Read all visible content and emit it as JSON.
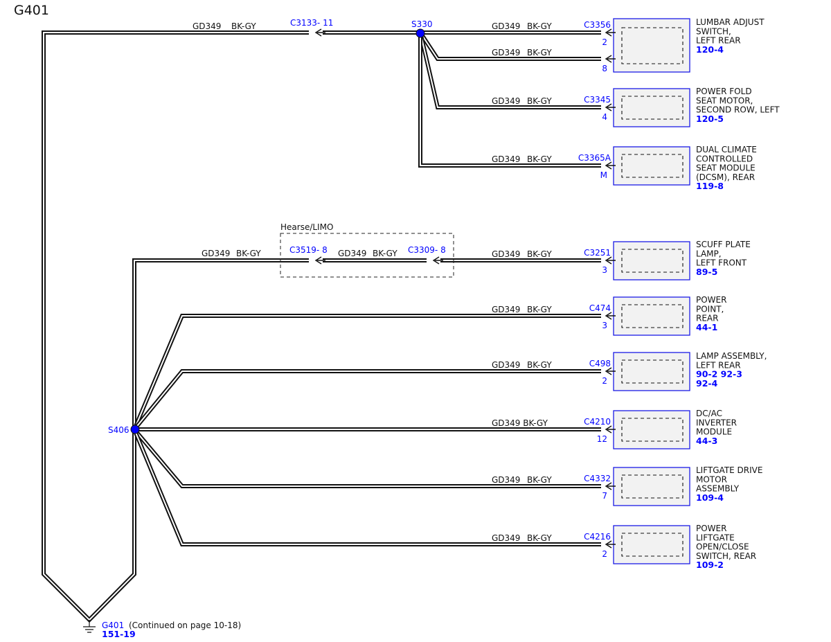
{
  "title": "G401",
  "colors": {
    "wire": "#111111",
    "connector": "#0000ff",
    "splice": "#0000ff"
  },
  "top_wire": {
    "circuit": "GD349",
    "color": "BK-GY",
    "connector": "C3133- 11"
  },
  "splices": {
    "s330": "S330",
    "s406": "S406"
  },
  "option_box": {
    "label": "Hearse/LIMO"
  },
  "s406_first": {
    "left_circuit": "GD349",
    "left_color": "BK-GY",
    "c1": "C3519- 8",
    "mid_circuit": "GD349",
    "mid_color": "BK-GY",
    "c2": "C3309- 8"
  },
  "ground": {
    "name": "G401",
    "note": "(Continued on page 10-18)",
    "page": "151-19"
  },
  "branches": [
    {
      "circuit": "GD349",
      "color": "BK-GY",
      "connector": "C3356",
      "pin": "2",
      "component": [
        "LUMBAR ADJUST",
        "SWITCH,",
        "LEFT REAR"
      ],
      "pages": [
        "120-4"
      ]
    },
    {
      "circuit": "GD349",
      "color": "BK-GY",
      "connector": "",
      "pin": "8",
      "component": [],
      "pages": []
    },
    {
      "circuit": "GD349",
      "color": "BK-GY",
      "connector": "C3345",
      "pin": "4",
      "component": [
        "POWER FOLD",
        "SEAT MOTOR,",
        "SECOND ROW, LEFT"
      ],
      "pages": [
        "120-5"
      ]
    },
    {
      "circuit": "GD349",
      "color": "BK-GY",
      "connector": "C3365A",
      "pin": "M",
      "component": [
        "DUAL CLIMATE",
        "CONTROLLED",
        "SEAT MODULE",
        "(DCSM), REAR"
      ],
      "pages": [
        "119-8"
      ]
    },
    {
      "circuit": "GD349",
      "color": "BK-GY",
      "connector": "C3251",
      "pin": "3",
      "component": [
        "SCUFF PLATE",
        "LAMP,",
        "LEFT FRONT"
      ],
      "pages": [
        "89-5"
      ]
    },
    {
      "circuit": "GD349",
      "color": "BK-GY",
      "connector": "C474",
      "pin": "3",
      "component": [
        "POWER",
        "POINT,",
        "REAR"
      ],
      "pages": [
        "44-1"
      ]
    },
    {
      "circuit": "GD349",
      "color": "BK-GY",
      "connector": "C498",
      "pin": "2",
      "component": [
        "LAMP ASSEMBLY,",
        "LEFT REAR"
      ],
      "pages": [
        "90-2 92-3",
        "92-4"
      ]
    },
    {
      "circuit": "GD349 BK-GY",
      "color": "",
      "connector": "C4210",
      "pin": "12",
      "component": [
        "DC/AC",
        "INVERTER",
        "MODULE"
      ],
      "pages": [
        "44-3"
      ]
    },
    {
      "circuit": "GD349",
      "color": "BK-GY",
      "connector": "C4332",
      "pin": "7",
      "component": [
        "LIFTGATE DRIVE",
        "MOTOR",
        "ASSEMBLY"
      ],
      "pages": [
        "109-4"
      ]
    },
    {
      "circuit": "GD349",
      "color": "BK-GY",
      "connector": "C4216",
      "pin": "2",
      "component": [
        "POWER",
        "LIFTGATE",
        "OPEN/CLOSE",
        "SWITCH, REAR"
      ],
      "pages": [
        "109-2"
      ]
    }
  ]
}
